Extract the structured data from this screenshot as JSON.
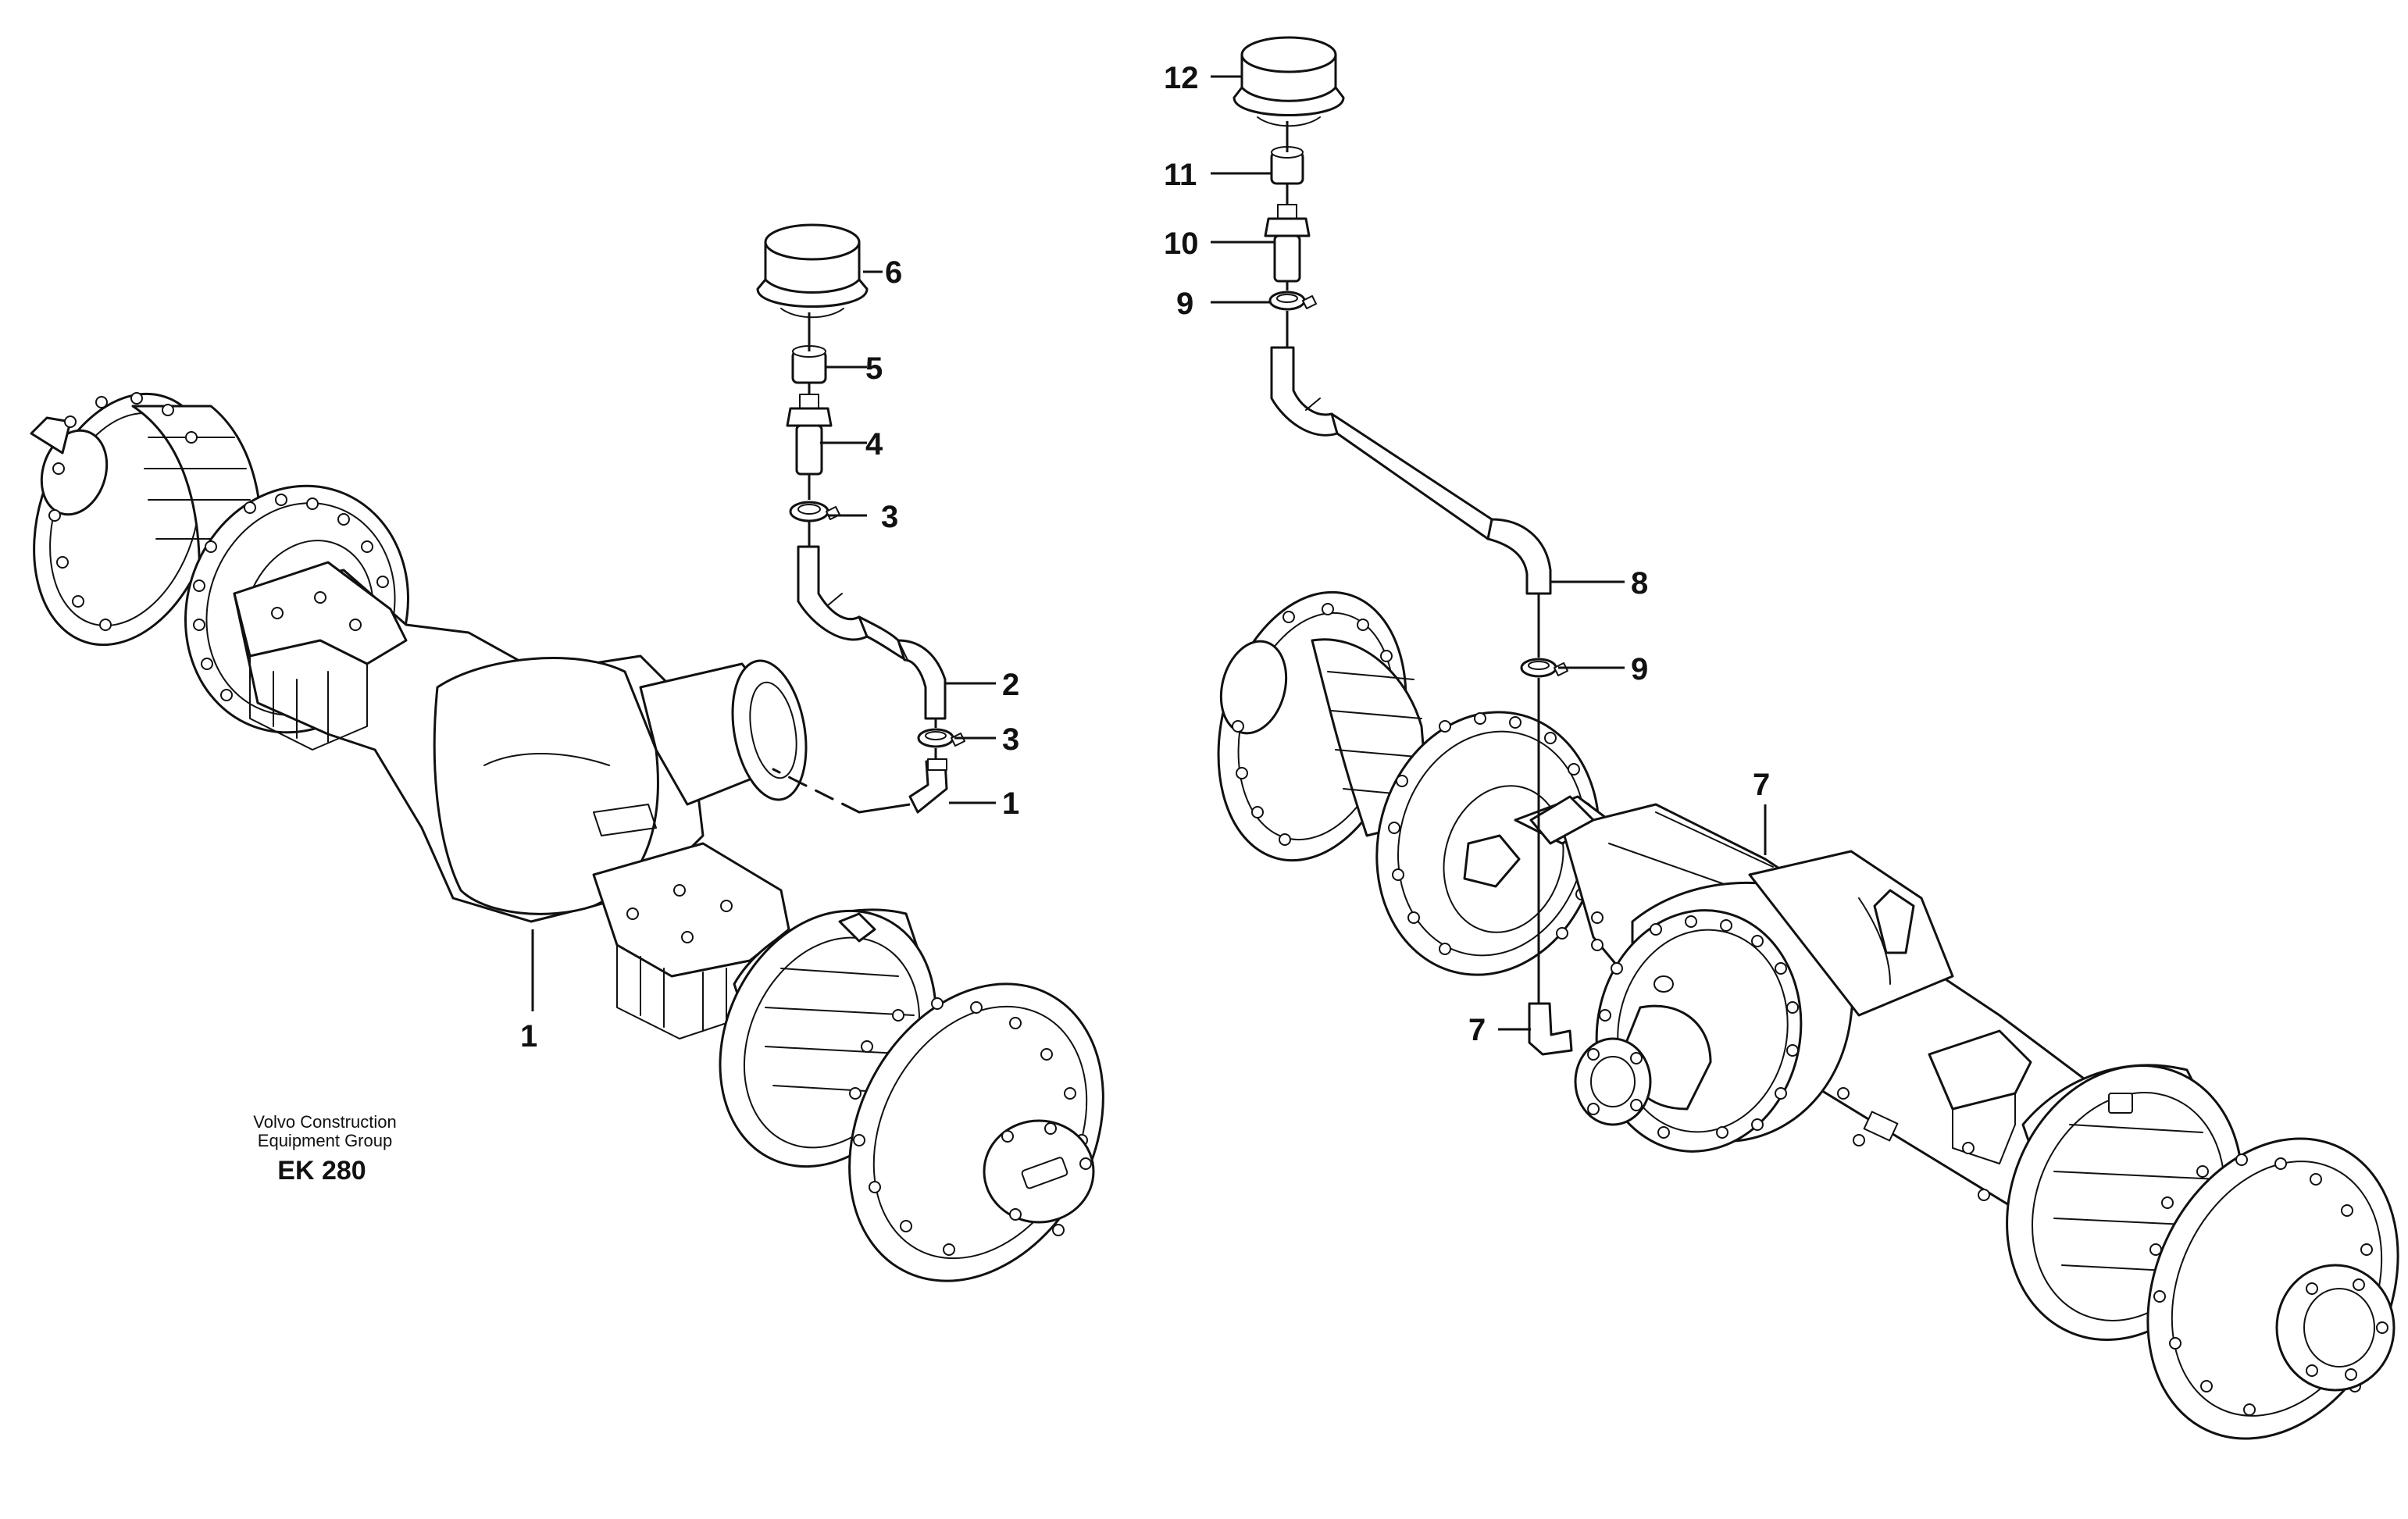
{
  "callouts": {
    "c1a": "1",
    "c1b": "1",
    "c2": "2",
    "c3a": "3",
    "c3b": "3",
    "c4": "4",
    "c5": "5",
    "c6": "6",
    "c7a": "7",
    "c7b": "7",
    "c8": "8",
    "c9a": "9",
    "c9b": "9",
    "c10": "10",
    "c11": "11",
    "c12": "12"
  },
  "caption": {
    "line1": "Volvo Construction",
    "line2": "Equipment Group",
    "code": "EK 280"
  }
}
